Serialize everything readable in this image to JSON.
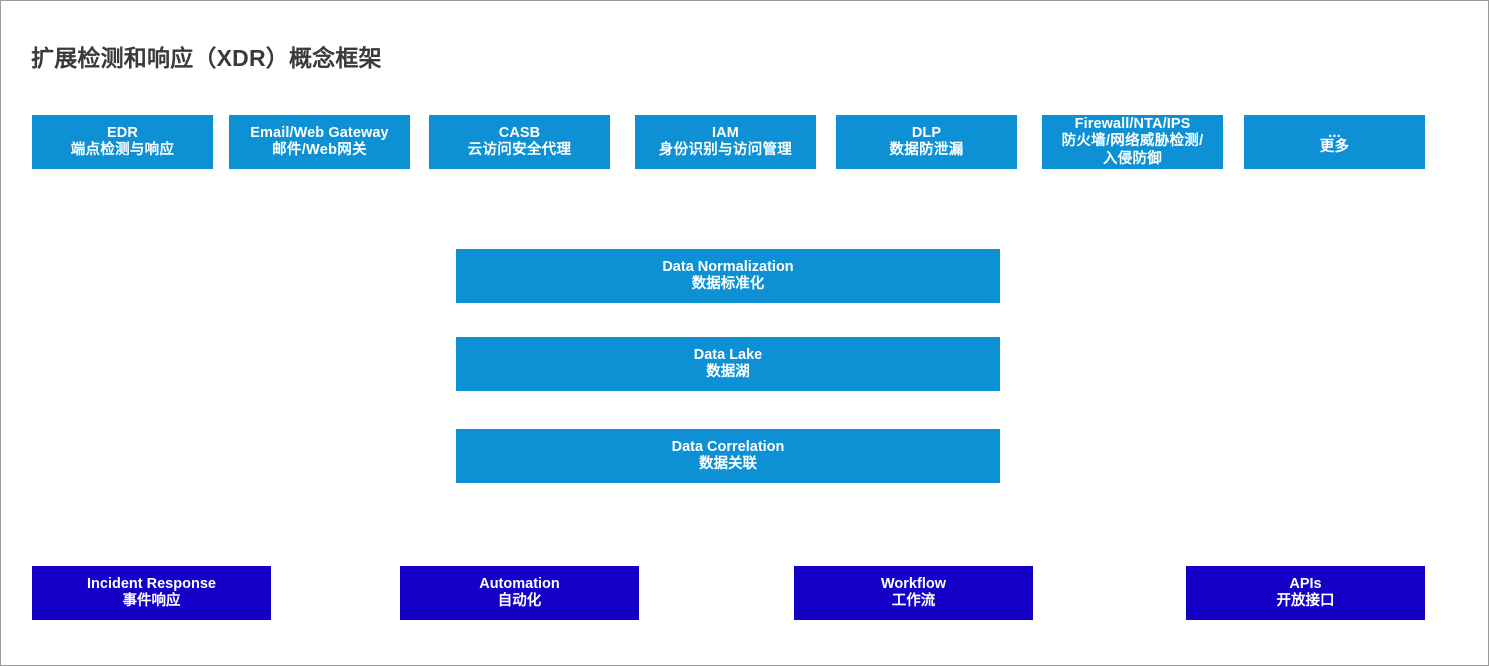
{
  "page": {
    "title": "扩展检测和响应（XDR）概念框架",
    "background_color": "#ffffff",
    "border_color": "#9a9a9a"
  },
  "colors": {
    "source_box": "#0d91d4",
    "core_box": "#0d91d4",
    "response_box": "#1500c8",
    "box_text": "#ffffff",
    "title_text": "#3a3a3a"
  },
  "rows": {
    "sources": {
      "items": [
        {
          "en": "EDR",
          "cn": "端点检测与响应"
        },
        {
          "en": "Email/Web Gateway",
          "cn": "邮件/Web网关"
        },
        {
          "en": "CASB",
          "cn": "云访问安全代理"
        },
        {
          "en": "IAM",
          "cn": "身份识别与访问管理"
        },
        {
          "en": "DLP",
          "cn": "数据防泄漏"
        },
        {
          "en": "Firewall/NTA/IPS",
          "cn": "防火墙/网络威胁检测/",
          "cn2": "入侵防御"
        },
        {
          "en": "...",
          "cn": "更多"
        }
      ]
    },
    "core": {
      "items": [
        {
          "en": "Data Normalization",
          "cn": "数据标准化"
        },
        {
          "en": "Data Lake",
          "cn": "数据湖"
        },
        {
          "en": "Data Correlation",
          "cn": "数据关联"
        }
      ]
    },
    "response": {
      "items": [
        {
          "en": "Incident Response",
          "cn": "事件响应"
        },
        {
          "en": "Automation",
          "cn": "自动化"
        },
        {
          "en": "Workflow",
          "cn": "工作流"
        },
        {
          "en": "APIs",
          "cn": "开放接口"
        }
      ]
    }
  }
}
